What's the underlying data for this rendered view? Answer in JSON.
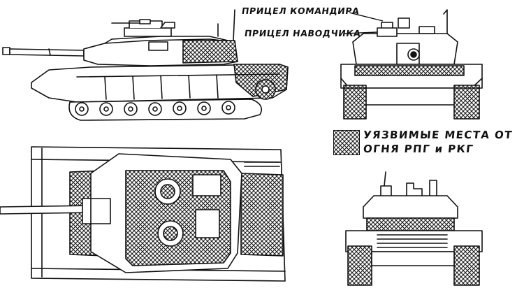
{
  "labels": {
    "commander_sight": "ПРИЦЕЛ КОМАНДИРА",
    "gunner_sight": "ПРИЦЕЛ НАВОДЧИКА"
  },
  "legend": {
    "line1": "УЯЗВИМЫЕ МЕСТА ОТ",
    "line2": "ОГНЯ РПГ и РКГ"
  },
  "colors": {
    "ink": "#111111",
    "paper": "#ffffff",
    "hatch": "#1a1a1a"
  }
}
